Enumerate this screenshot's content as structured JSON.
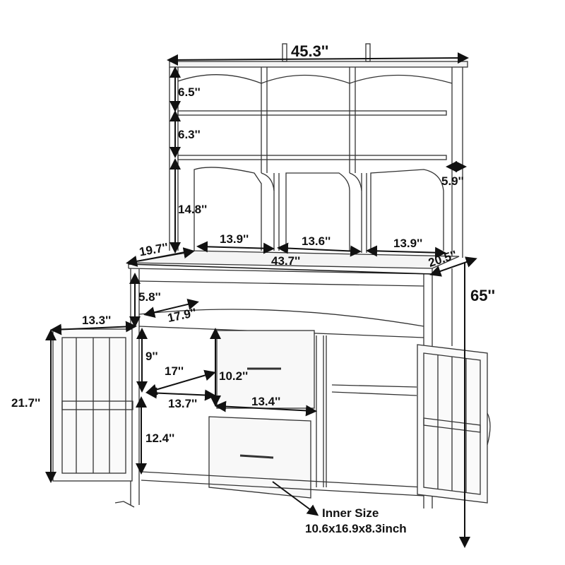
{
  "diagram": {
    "subject": "Potting bench / kitchen hutch with drawers, cabinets and top shelves (line drawing with dimensions)",
    "ink_color": "#111111",
    "background": "#ffffff"
  },
  "dimensions": {
    "top_width": "45.3''",
    "top_shelf_1_height": "6.5''",
    "top_shelf_2_height": "6.3''",
    "top_lower_height": "14.8''",
    "hutch_depth": "5.9''",
    "compartment_left_width": "13.9''",
    "compartment_middle_width": "13.6''",
    "compartment_right_width": "13.9''",
    "tabletop_depth_left": "19.7''",
    "tabletop_width": "43.7''",
    "tabletop_depth_right": "20.5''",
    "total_height": "65''",
    "open_shelf_height": "5.8''",
    "open_shelf_depth": "17.9''",
    "door_width": "13.3''",
    "door_height": "21.7''",
    "upper_cabinet_height": "9''",
    "cabinet_depth": "17''",
    "drawer_height": "10.2''",
    "cabinet_width": "13.7''",
    "drawer_width": "13.4''",
    "lower_cabinet_height": "12.4''"
  },
  "annotation": {
    "line1": "Inner Size",
    "line2": "10.6x16.9x8.3inch"
  }
}
